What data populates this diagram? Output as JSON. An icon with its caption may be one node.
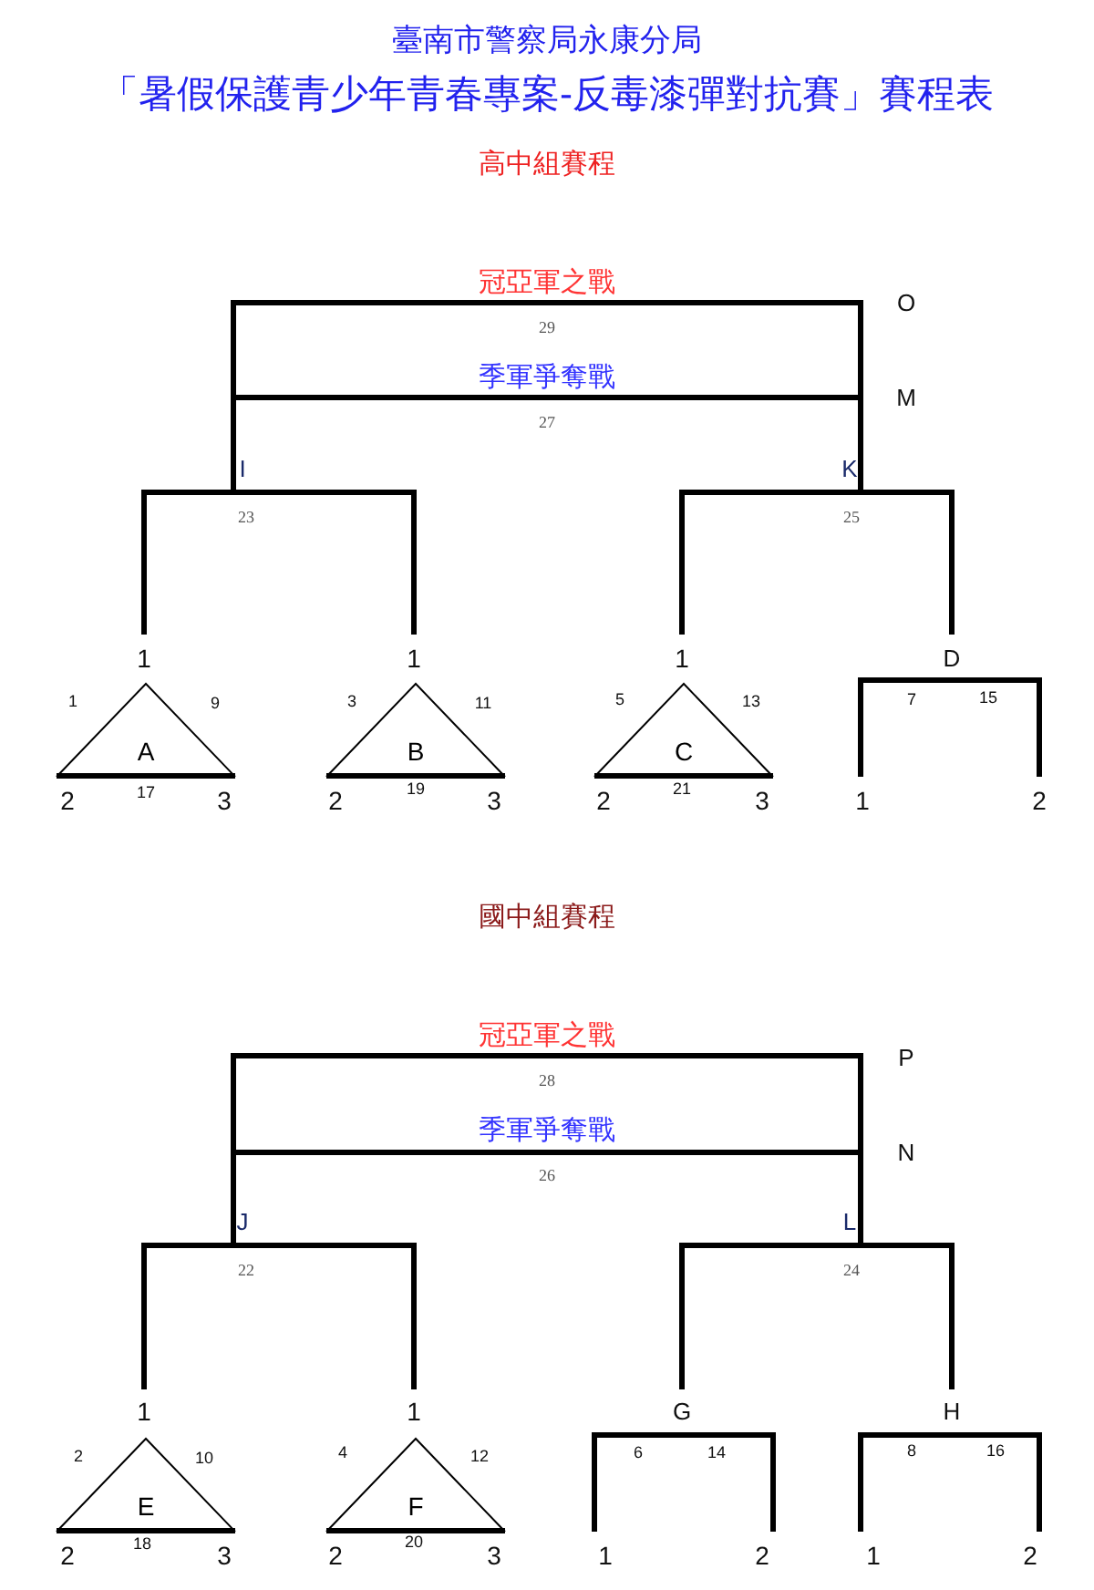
{
  "diagram": {
    "title": "「暑假保護青少年青春專案-反毒漆彈對抗賽」賽程表",
    "nodes": [
      {
        "text": [
          "A"
        ]
      },
      {
        "text": [
          "B"
        ]
      },
      {
        "text": [
          "C"
        ]
      },
      {
        "text": [
          "E"
        ]
      },
      {
        "text": [
          "F"
        ]
      }
    ],
    "labels": [
      "臺南市警察局永康分局",
      "高中組賽程",
      "冠亞軍之戰",
      "O",
      "29",
      "季軍爭奪戰",
      "M",
      "27",
      "I",
      "K",
      "23",
      "25",
      "1",
      "1",
      "1",
      "D",
      "1",
      "9",
      "3",
      "11",
      "5",
      "13",
      "7",
      "15",
      "2",
      "17",
      "3",
      "2",
      "19",
      "3",
      "2",
      "21",
      "3",
      "1",
      "2",
      "國中組賽程",
      "冠亞軍之戰",
      "P",
      "28",
      "季軍爭奪戰",
      "N",
      "26",
      "J",
      "L",
      "22",
      "24",
      "1",
      "1",
      "G",
      "H",
      "2",
      "10",
      "4",
      "12",
      "6",
      "14",
      "8",
      "16",
      "2",
      "18",
      "3",
      "2",
      "20",
      "3",
      "1",
      "2",
      "1",
      "2"
    ]
  }
}
